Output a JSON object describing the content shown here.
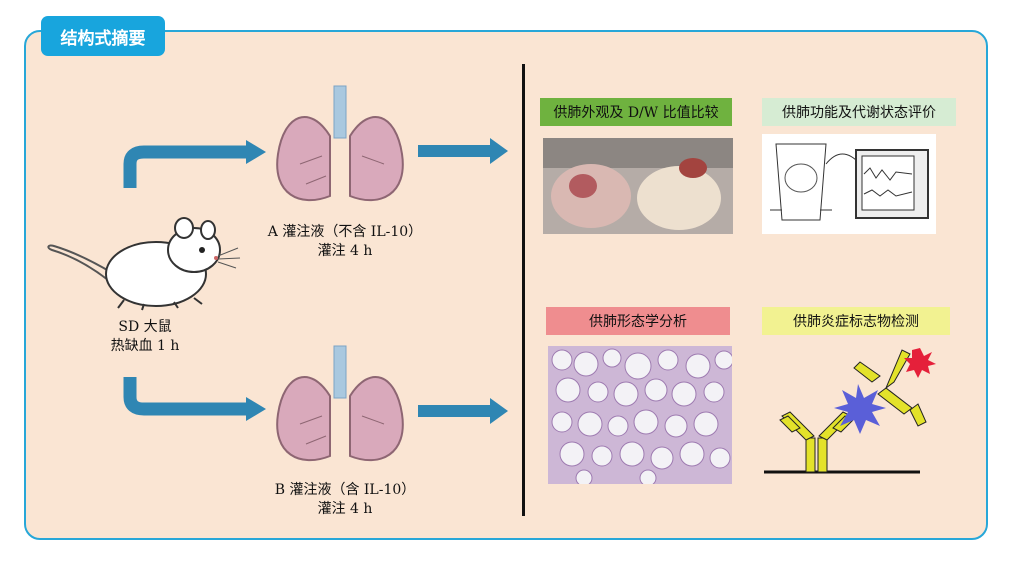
{
  "header": {
    "title": "结构式摘要"
  },
  "rat": {
    "label_line1": "SD 大鼠",
    "label_line2": "热缺血 1 h"
  },
  "branch_a": {
    "label_line1": "A 灌注液（不含 IL-10）",
    "label_line2": "灌注 4 h"
  },
  "branch_b": {
    "label_line1": "B 灌注液（含 IL-10）",
    "label_line2": "灌注 4 h"
  },
  "outcomes": [
    {
      "label": "供肺外观及 D/W 比值比较",
      "color": "#6fb23f"
    },
    {
      "label": "供肺功能及代谢状态评价",
      "color": "#d6ecd3"
    },
    {
      "label": "供肺形态学分析",
      "color": "#ef8d8f"
    },
    {
      "label": "供肺炎症标志物检测",
      "color": "#f2f291"
    }
  ],
  "colors": {
    "accent": "#18a5dd",
    "panel": "#fae5d3",
    "arrow": "#2f86b3",
    "lung": "#d9a9bb"
  }
}
